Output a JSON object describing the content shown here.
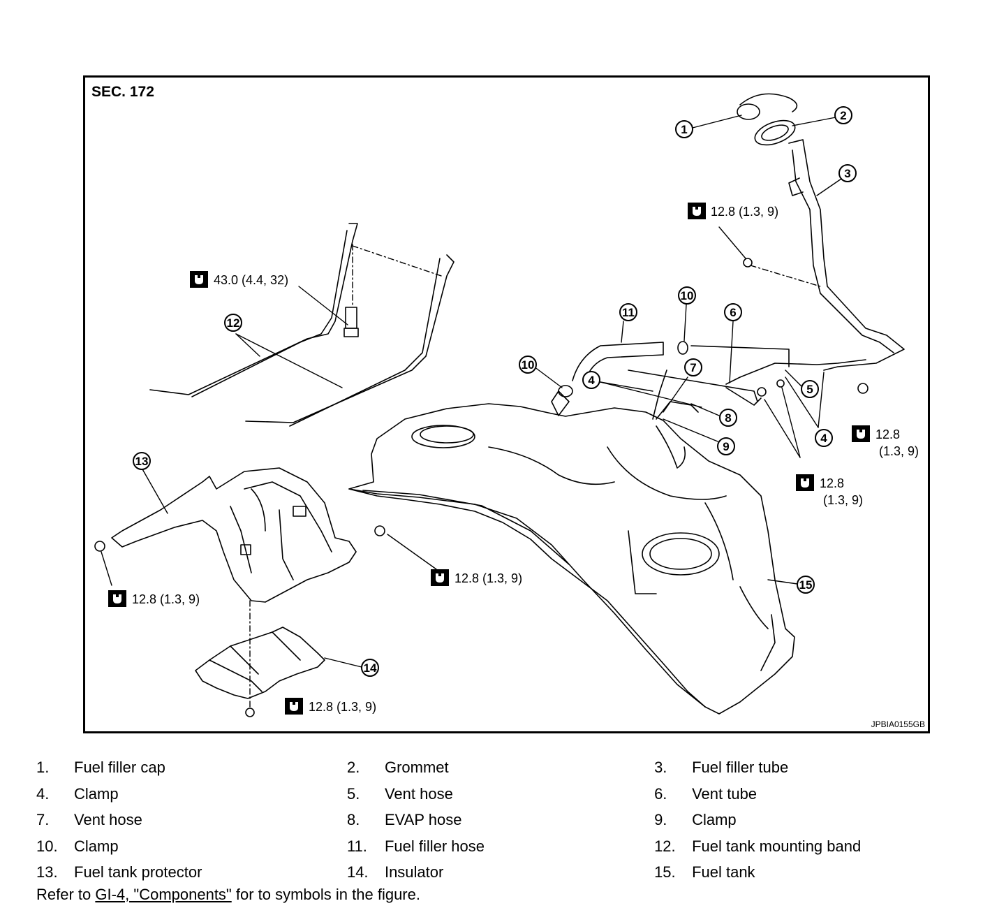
{
  "figure": {
    "section": "SEC. 172",
    "code": "JPBIA0155GB",
    "callouts": [
      "1",
      "2",
      "3",
      "4",
      "5",
      "6",
      "7",
      "8",
      "9",
      "10",
      "11",
      "12",
      "13",
      "14",
      "15"
    ],
    "torque": {
      "t1": "12.8 (1.3, 9)",
      "t2": "43.0 (4.4, 32)",
      "t3_a": "12.8",
      "t3_b": "(1.3, 9)",
      "t4_a": "12.8",
      "t4_b": "(1.3, 9)",
      "t5": "12.8 (1.3, 9)",
      "t6": "12.8 (1.3, 9)",
      "t7": "12.8 (1.3, 9)"
    }
  },
  "legend": {
    "items": [
      {
        "num": "1.",
        "name": "Fuel filler cap"
      },
      {
        "num": "2.",
        "name": "Grommet"
      },
      {
        "num": "3.",
        "name": "Fuel filler tube"
      },
      {
        "num": "4.",
        "name": "Clamp"
      },
      {
        "num": "5.",
        "name": "Vent hose"
      },
      {
        "num": "6.",
        "name": "Vent tube"
      },
      {
        "num": "7.",
        "name": "Vent hose"
      },
      {
        "num": "8.",
        "name": "EVAP hose"
      },
      {
        "num": "9.",
        "name": "Clamp"
      },
      {
        "num": "10.",
        "name": "Clamp"
      },
      {
        "num": "11.",
        "name": "Fuel filler hose"
      },
      {
        "num": "12.",
        "name": "Fuel tank mounting band"
      },
      {
        "num": "13.",
        "name": "Fuel tank protector"
      },
      {
        "num": "14.",
        "name": "Insulator"
      },
      {
        "num": "15.",
        "name": "Fuel tank"
      }
    ]
  },
  "footer": {
    "prefix": "Refer to ",
    "link": "GI-4, \"Components\"",
    "suffix": " for to symbols in the figure."
  }
}
